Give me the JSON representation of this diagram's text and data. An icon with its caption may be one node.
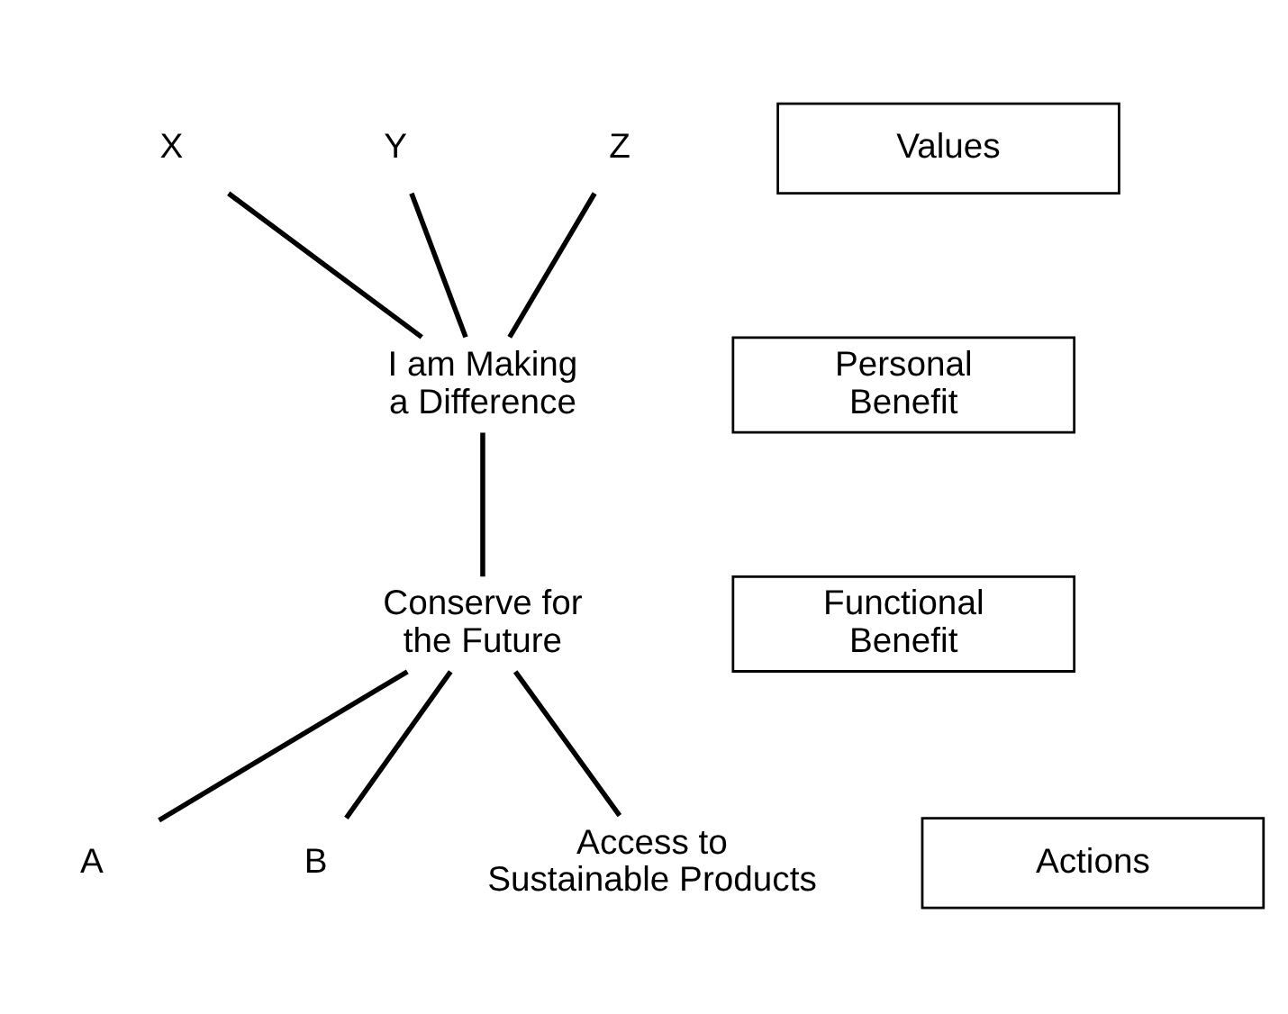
{
  "diagram": {
    "nodes": [
      {
        "text": [
          "X"
        ]
      },
      {
        "text": [
          "Y"
        ]
      },
      {
        "text": [
          "Z"
        ]
      },
      {
        "text": [
          "I am Making a Difference"
        ]
      },
      {
        "text": [
          "Conserve for the Future"
        ]
      },
      {
        "text": [
          "A"
        ]
      },
      {
        "text": [
          "B"
        ]
      },
      {
        "text": [
          "Access to Sustainable Products"
        ]
      },
      {
        "text": [
          "Values"
        ]
      },
      {
        "text": [
          "Personal Benefit"
        ]
      },
      {
        "text": [
          "Functional Benefit"
        ]
      },
      {
        "text": [
          "Actions"
        ]
      }
    ],
    "edges": [
      {
        "from": 0,
        "to": 3,
        "arrow": "none"
      },
      {
        "from": 1,
        "to": 3,
        "arrow": "none"
      },
      {
        "from": 2,
        "to": 3,
        "arrow": "none"
      },
      {
        "from": 3,
        "to": 4,
        "arrow": "none"
      },
      {
        "from": 4,
        "to": 5,
        "arrow": "none"
      },
      {
        "from": 4,
        "to": 6,
        "arrow": "none"
      },
      {
        "from": 4,
        "to": 7,
        "arrow": "none"
      }
    ]
  }
}
